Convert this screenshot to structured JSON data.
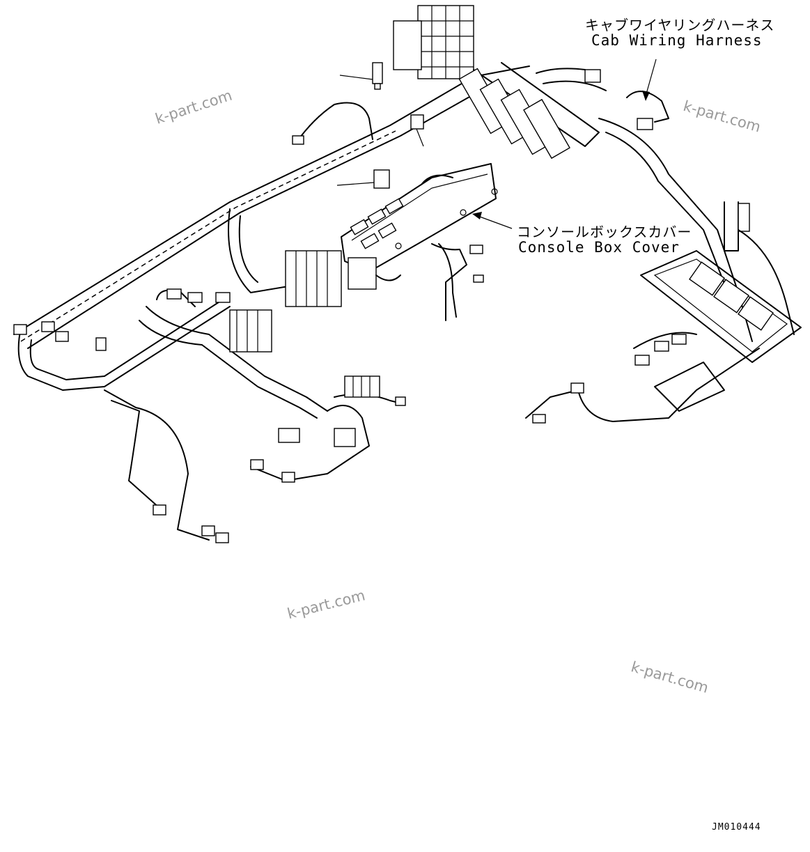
{
  "labels": {
    "cab_harness_jp": "キャブワイヤリングハーネス",
    "cab_harness_en": "Cab Wiring Harness",
    "console_cover_jp": "コンソールボックスカバー",
    "console_cover_en": "Console Box Cover"
  },
  "watermarks": [
    "k-part.com",
    "k-part.com",
    "k-part.com",
    "k-part.com"
  ],
  "drawing_code": "JM010444"
}
